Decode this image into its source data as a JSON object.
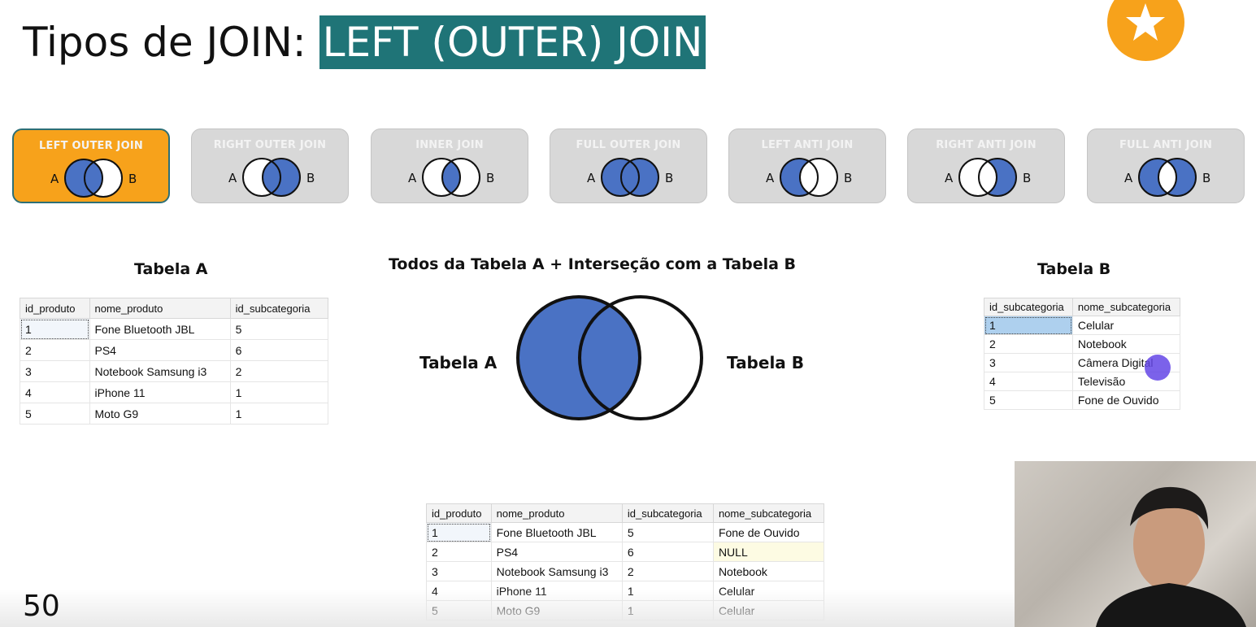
{
  "title": {
    "prefix": "Tipos de JOIN:",
    "highlight": "LEFT (OUTER) JOIN"
  },
  "colors": {
    "accent": "#f7a21b",
    "teal": "#1f7477",
    "venn_fill": "#4a72c4"
  },
  "join_types": [
    {
      "label": "LEFT OUTER JOIN",
      "a": "A",
      "b": "B"
    },
    {
      "label": "RIGHT OUTER JOIN",
      "a": "A",
      "b": "B"
    },
    {
      "label": "INNER JOIN",
      "a": "A",
      "b": "B"
    },
    {
      "label": "FULL OUTER JOIN",
      "a": "A",
      "b": "B"
    },
    {
      "label": "LEFT ANTI JOIN",
      "a": "A",
      "b": "B"
    },
    {
      "label": "RIGHT ANTI JOIN",
      "a": "A",
      "b": "B"
    },
    {
      "label": "FULL ANTI JOIN",
      "a": "A",
      "b": "B"
    }
  ],
  "table_a": {
    "title": "Tabela A",
    "headers": [
      "id_produto",
      "nome_produto",
      "id_subcategoria"
    ],
    "rows": [
      [
        "1",
        "Fone Bluetooth JBL",
        "5"
      ],
      [
        "2",
        "PS4",
        "6"
      ],
      [
        "3",
        "Notebook Samsung i3",
        "2"
      ],
      [
        "4",
        "iPhone 11",
        "1"
      ],
      [
        "5",
        "Moto G9",
        "1"
      ]
    ]
  },
  "table_b": {
    "title": "Tabela B",
    "headers": [
      "id_subcategoria",
      "nome_subcategoria"
    ],
    "rows": [
      [
        "1",
        "Celular"
      ],
      [
        "2",
        "Notebook"
      ],
      [
        "3",
        "Câmera Digital"
      ],
      [
        "4",
        "Televisão"
      ],
      [
        "5",
        "Fone de Ouvido"
      ]
    ]
  },
  "venn": {
    "caption": "Todos da Tabela A + Interseção com a Tabela B",
    "label_a": "Tabela A",
    "label_b": "Tabela B"
  },
  "result_table": {
    "headers": [
      "id_produto",
      "nome_produto",
      "id_subcategoria",
      "nome_subcategoria"
    ],
    "rows": [
      [
        "1",
        "Fone Bluetooth JBL",
        "5",
        "Fone de Ouvido"
      ],
      [
        "2",
        "PS4",
        "6",
        "NULL"
      ],
      [
        "3",
        "Notebook Samsung i3",
        "2",
        "Notebook"
      ],
      [
        "4",
        "iPhone 11",
        "1",
        "Celular"
      ],
      [
        "5",
        "Moto G9",
        "1",
        "Celular"
      ]
    ]
  },
  "slide_number": "50"
}
